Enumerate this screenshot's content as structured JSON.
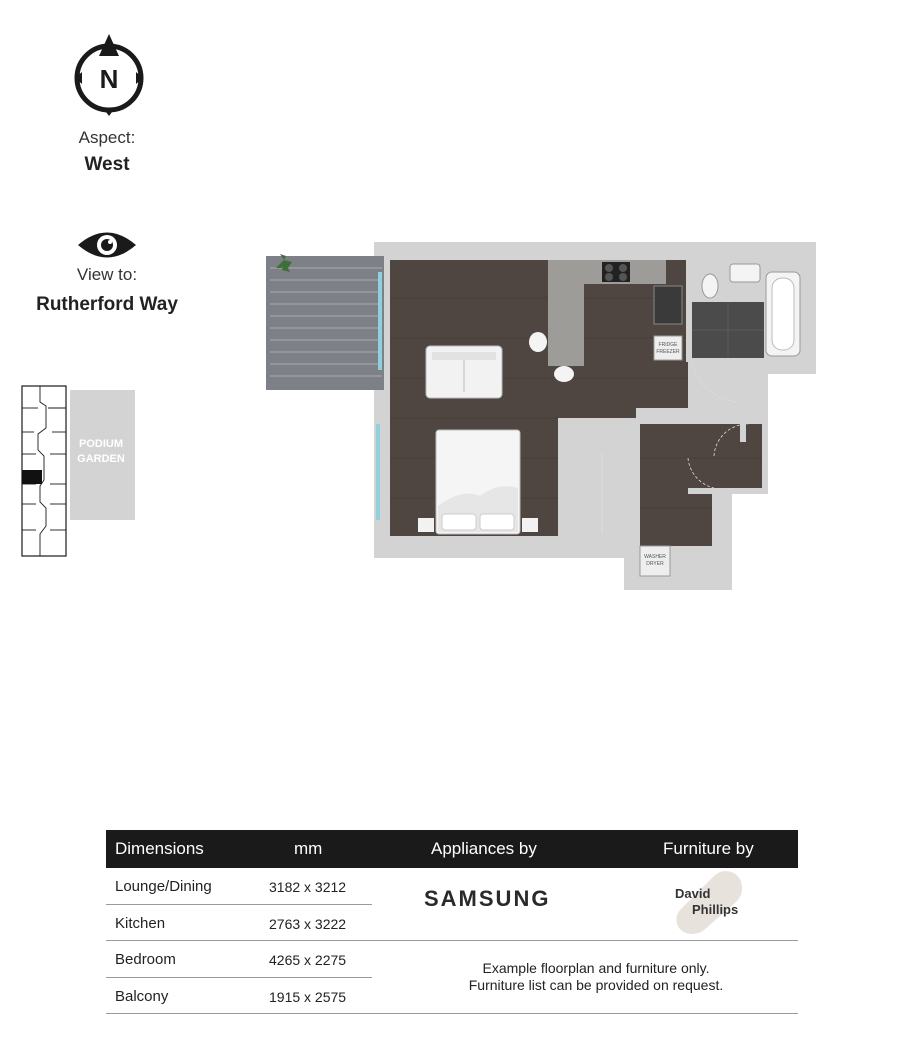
{
  "compass": {
    "letter": "N"
  },
  "aspect": {
    "label": "Aspect:",
    "value": "West"
  },
  "view": {
    "label": "View to:",
    "value": "Rutherford Way"
  },
  "keyplan": {
    "line1": "PODIUM",
    "line2": "GARDEN"
  },
  "floorplan": {
    "fridge_line1": "FRIDGE",
    "fridge_line2": "FREEZER",
    "washer_line1": "WASHER",
    "washer_line2": "DRYER"
  },
  "table": {
    "headers": {
      "dimensions": "Dimensions",
      "mm": "mm",
      "appliances": "Appliances by",
      "furniture": "Furniture by"
    },
    "rows": [
      {
        "room": "Lounge/Dining",
        "dims": "3182 x 3212"
      },
      {
        "room": "Kitchen",
        "dims": "2763 x 3222"
      },
      {
        "room": "Bedroom",
        "dims": "4265 x 2275"
      },
      {
        "room": "Balcony",
        "dims": "1915 x 2575"
      }
    ],
    "appliance_brand": "SAMSUNG",
    "furniture_brand_line1": "David",
    "furniture_brand_line2": "Phillips",
    "note_line1": "Example floorplan and furniture only.",
    "note_line2": "Furniture list can be provided on request."
  },
  "colors": {
    "floor": "#4f4641",
    "wall": "#d3d3d3",
    "balcony": "#7d8187",
    "tiles": "#4b4b4b",
    "header": "#1a1a1a",
    "glass": "#8fd0db"
  }
}
